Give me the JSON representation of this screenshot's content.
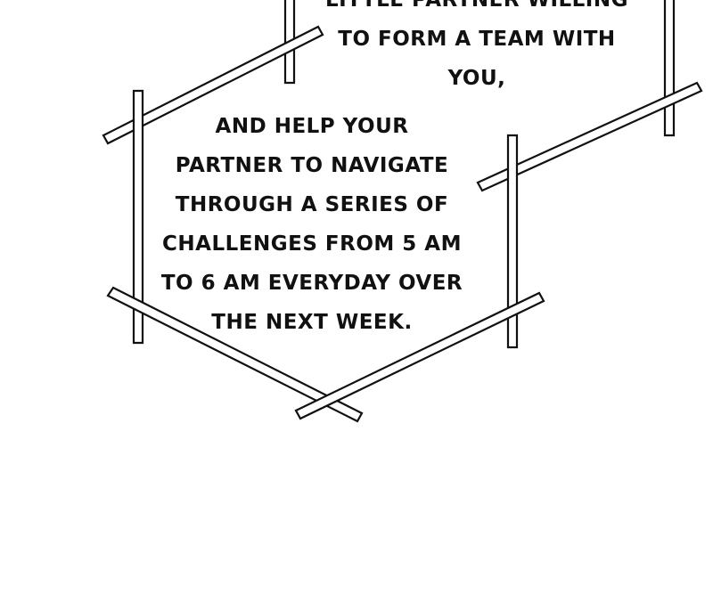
{
  "upper_bubble": {
    "lines": [
      "LITTLE PARTNER WILLING",
      "TO FORM A TEAM WITH",
      "YOU,"
    ]
  },
  "lower_bubble": {
    "lines": [
      "AND HELP YOUR",
      "PARTNER TO NAVIGATE",
      "THROUGH A SERIES OF",
      "CHALLENGES FROM 5 AM",
      "TO 6 AM EVERYDAY OVER",
      "THE NEXT WEEK."
    ]
  },
  "colors": {
    "background": "#ffffff",
    "ink": "#111111"
  }
}
